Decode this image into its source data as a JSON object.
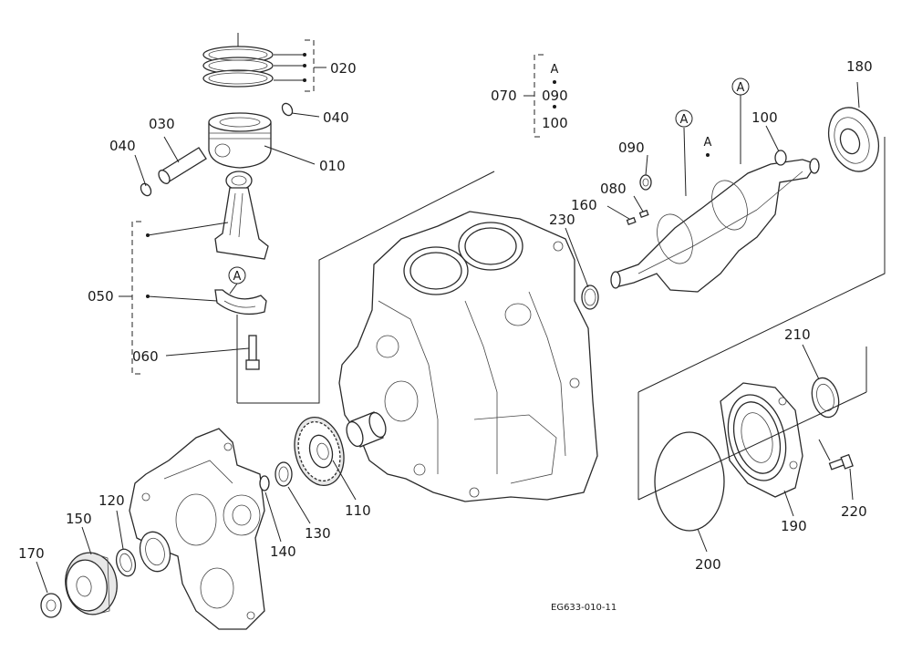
{
  "drawing_code": "EG633-010-11",
  "part_labels": {
    "p010": "010",
    "p020": "020",
    "p030": "030",
    "p040a": "040",
    "p040b": "040",
    "p050": "050",
    "p060": "060",
    "p070": "070",
    "p080": "080",
    "p090a": "090",
    "p090b": "090",
    "p100a": "100",
    "p100b": "100",
    "p110": "110",
    "p120": "120",
    "p130": "130",
    "p140": "140",
    "p150": "150",
    "p160": "160",
    "p170": "170",
    "p180": "180",
    "p190": "190",
    "p200": "200",
    "p210": "210",
    "p220": "220",
    "p230": "230"
  },
  "group_markers": {
    "a_piston": "A",
    "a_group070": "A",
    "a_crank1": "A",
    "a_crank2": "A",
    "a_crank3": "A"
  }
}
